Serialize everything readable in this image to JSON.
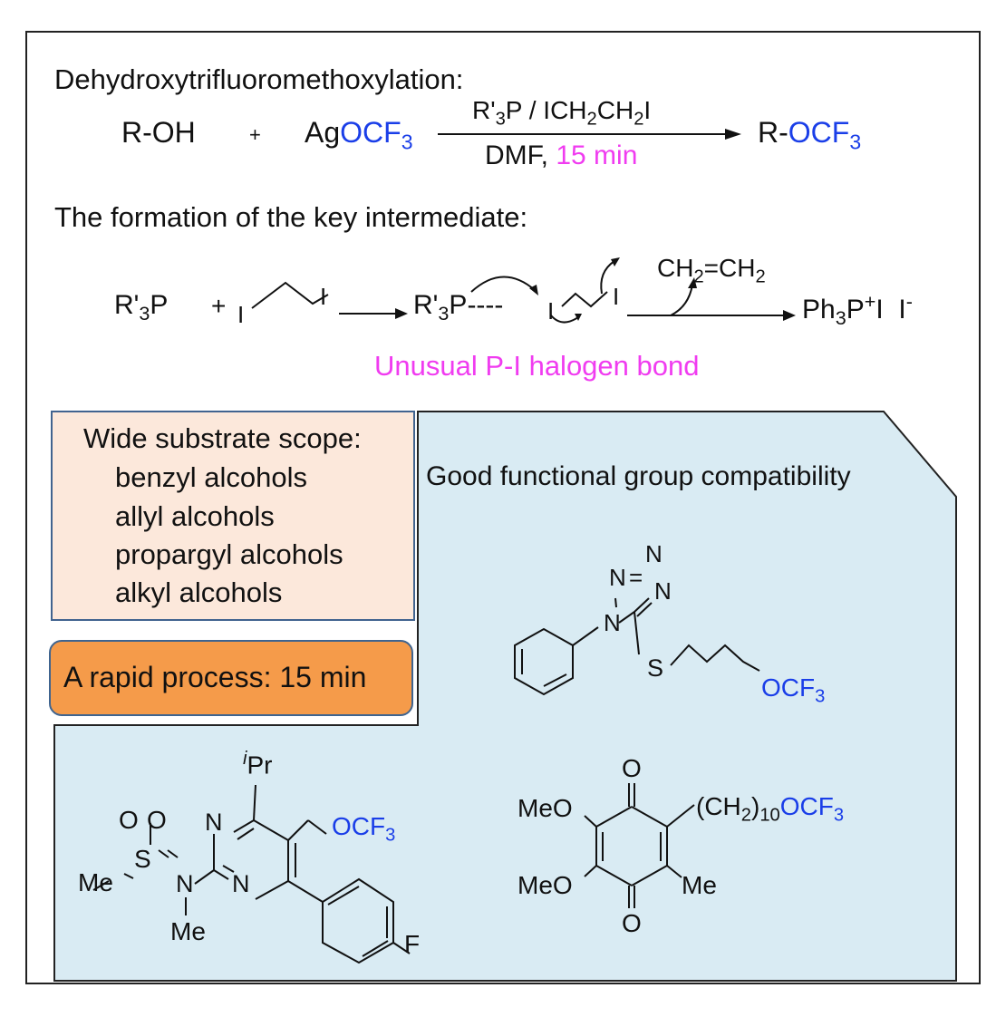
{
  "section1": {
    "title": "Dehydroxytrifluoromethoxylation:",
    "reactant1": "R-OH",
    "plus": "+",
    "reagent_prefix": "Ag",
    "reagent_group": "OCF",
    "reagent_group_sub": "3",
    "conditions_top": {
      "a": "R'",
      "a_sub": "3",
      "b": "P / ICH",
      "b_sub": "2",
      "c": "CH",
      "c_sub": "2",
      "d": "I"
    },
    "conditions_bottom_prefix": "DMF, ",
    "conditions_bottom_time": "15 min",
    "product_prefix": "R-",
    "product_group": "OCF",
    "product_group_sub": "3"
  },
  "section2": {
    "title": "The formation of the key intermediate:",
    "reactant_phosphine": {
      "a": "R'",
      "sub": "3",
      "b": "P"
    },
    "plus": "+",
    "iodo_left": "I",
    "iodo_right": "I",
    "intermediate_phosphine": {
      "a": "R'",
      "sub": "3",
      "b": "P"
    },
    "intermediate_dashes": "----",
    "intermediate_iodo_left": "I",
    "intermediate_iodo_right": "I",
    "byproduct": {
      "a": "CH",
      "a_sub": "2",
      "b": "=CH",
      "b_sub": "2"
    },
    "product": {
      "a": "Ph",
      "a_sub": "3",
      "b": "P",
      "b_sup": "+",
      "c": "I  I",
      "c_sup": "-"
    },
    "annotation": "Unusual P-I halogen bond"
  },
  "scope_box": {
    "heading": "Wide substrate scope:",
    "items": [
      "benzyl alcohols",
      "allyl alcohols",
      "propargyl alcohols",
      "alkyl alcohols"
    ]
  },
  "rapid_box": {
    "label": "A rapid process: 15 min"
  },
  "compat_panel": {
    "heading": "Good functional group compatibility",
    "fill": "#d9ebf3",
    "molecule1": {
      "N1": "N",
      "N2": "N",
      "N3": "N",
      "N4": "N",
      "S": "S",
      "group": "OCF",
      "group_sub": "3"
    },
    "molecule2": {
      "iPr_i": "i",
      "iPr": "Pr",
      "N_top": "N",
      "N_bottom": "N",
      "N_amine": "N",
      "S": "S",
      "O1": "O",
      "O2": "O",
      "Me_S": "Me",
      "Me_N": "Me",
      "F": "F",
      "group": "OCF",
      "group_sub": "3"
    },
    "molecule3": {
      "O_top": "O",
      "O_bottom": "O",
      "MeO1": "MeO",
      "MeO2": "MeO",
      "Me": "Me",
      "chain": "(CH",
      "chain_sub1": "2",
      "chain_mid": ")",
      "chain_sub2": "10",
      "group": "OCF",
      "group_sub": "3"
    }
  },
  "colors": {
    "blue": "#1a3ee8",
    "magenta": "#f03cf0",
    "peach": "#fce8db",
    "orange": "#f59b4a",
    "panel": "#d9ebf3",
    "border_blue": "#41638f"
  }
}
